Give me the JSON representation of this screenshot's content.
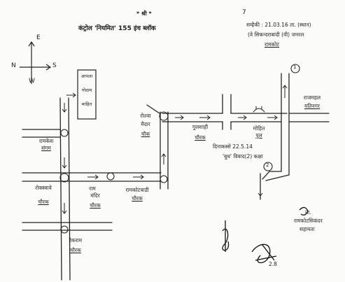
{
  "header": {
    "title": "* श्री *",
    "route": "कंट्रोल 'नियमित' 155 इंच ब्लॉक",
    "page_no": "7",
    "note_line1": "सम्हैकी : 21.03.16 ता. (स्थान)",
    "note_line2": "(वे सिकन्दराबादी (वी) जनरल",
    "note_line3": "रामकोट"
  },
  "compass": {
    "north": "N",
    "south": "S",
    "east": "E",
    "west": "W"
  },
  "places": {
    "rect_box_line1": "आपला",
    "rect_box_line2": "गोदाम",
    "rect_box_line3": "माहित",
    "left_top_chowk": "रामकेश",
    "left_top_chowk2": "संगम",
    "left_mid_chowk": "रोक्क्वावे",
    "left_mid_chowk2": "चौरक",
    "center_chowk1": "राम",
    "center_chowk2": "मंदिर",
    "center_chowk3": "चौरक",
    "mid_right_chowk": "रामकोटवाडी",
    "mid_right_chowk2": "चौरक",
    "top_center_chowk1": "रोतवा",
    "top_center_chowk2": "मैदार",
    "top_center_chowk3": "चौक",
    "goli_chowk1": "गुलशाही",
    "goli_chowk2": "चौरक",
    "bridge1": "मोहित",
    "bridge2": "पुल",
    "top_right1": "राजमहल",
    "top_right2": "यतिनगर",
    "dates1": "दिनाकस्से 22.5.14",
    "dates2": "'बुध' विवाद(2) कक्षा",
    "bottom_chowk1": "रेकराम",
    "bottom_chowk2": "चौरक",
    "stamp1": "ता.",
    "stamp2": "रामकोटसिकंदर",
    "stamp3": "सहायता",
    "sig_date": "2.8"
  },
  "circles": {
    "p1": "1",
    "p2": "2"
  }
}
